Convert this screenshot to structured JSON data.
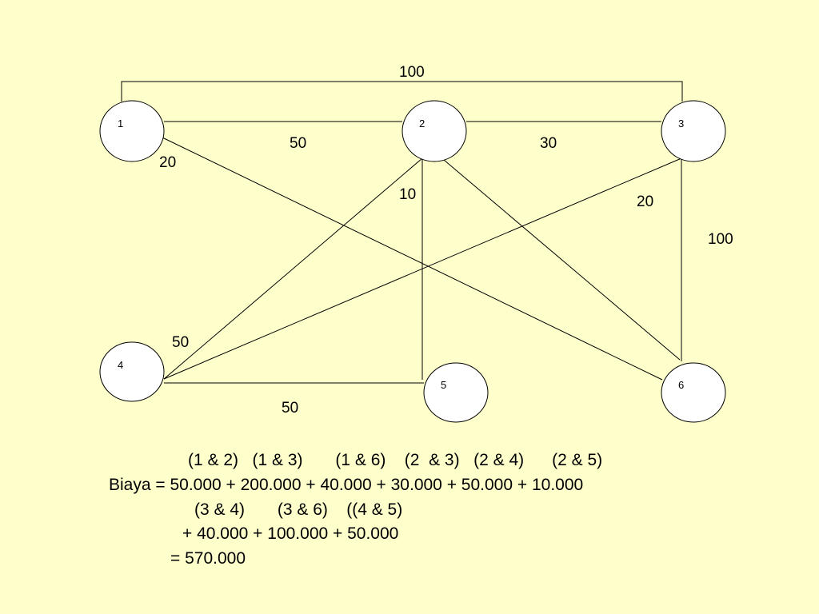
{
  "diagram": {
    "nodes": [
      {
        "id": "1",
        "label": "1"
      },
      {
        "id": "2",
        "label": "2"
      },
      {
        "id": "3",
        "label": "3"
      },
      {
        "id": "4",
        "label": "4"
      },
      {
        "id": "5",
        "label": "5"
      },
      {
        "id": "6",
        "label": "6"
      }
    ],
    "edges": [
      {
        "from": "1",
        "to": "3",
        "weight": "100"
      },
      {
        "from": "1",
        "to": "2",
        "weight": "50"
      },
      {
        "from": "2",
        "to": "3",
        "weight": "30"
      },
      {
        "from": "1",
        "to": "6",
        "weight": "20"
      },
      {
        "from": "2",
        "to": "5",
        "weight": "10"
      },
      {
        "from": "3",
        "to": "4",
        "weight": "20"
      },
      {
        "from": "3",
        "to": "6",
        "weight": "100"
      },
      {
        "from": "2",
        "to": "4",
        "weight": "50"
      },
      {
        "from": "4",
        "to": "5",
        "weight": "50"
      },
      {
        "from": "2",
        "to": "6",
        "weight": ""
      }
    ]
  },
  "calculation": {
    "line1": "(1 & 2)   (1 & 3)       (1 & 6)    (2  & 3)   (2 & 4)      (2 & 5)",
    "line2": "Biaya = 50.000 + 200.000 + 40.000 + 30.000 + 50.000 + 10.000",
    "line3": "(3 & 4)       (3 & 6)    ((4 & 5)",
    "line4": "+ 40.000 + 100.000 + 50.000",
    "line5": "= 570.000"
  }
}
